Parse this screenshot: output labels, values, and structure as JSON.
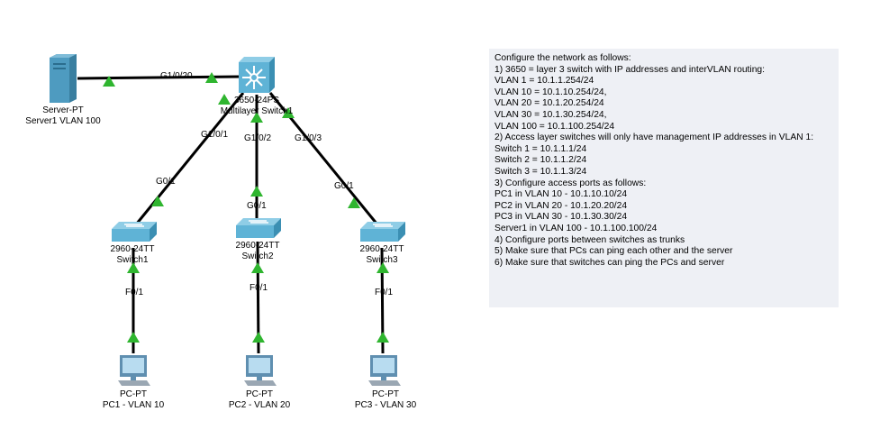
{
  "devices": {
    "server": {
      "model": "Server-PT",
      "name": "Server1 VLAN 100"
    },
    "mls": {
      "model": "3650-24PS",
      "name": "Multilayer Switch1"
    },
    "sw1": {
      "model": "2960-24TT",
      "name": "Switch1"
    },
    "sw2": {
      "model": "2960-24TT",
      "name": "Switch2"
    },
    "sw3": {
      "model": "2960-24TT",
      "name": "Switch3"
    },
    "pc1": {
      "model": "PC-PT",
      "name": "PC1 - VLAN 10"
    },
    "pc2": {
      "model": "PC-PT",
      "name": "PC2 - VLAN 20"
    },
    "pc3": {
      "model": "PC-PT",
      "name": "PC3 - VLAN 30"
    }
  },
  "ports": {
    "mls_server": "G1/0/20",
    "mls_sw1": "G1/0/1",
    "mls_sw2": "G1/0/2",
    "mls_sw3": "G1/0/3",
    "sw1_up": "G0/1",
    "sw2_up": "G0/1",
    "sw3_up": "G0/1",
    "sw1_pc": "F0/1",
    "sw2_pc": "F0/1",
    "sw3_pc": "F0/1"
  },
  "colors": {
    "link": "#000000",
    "link_up": "#2fb52f",
    "switch": "#4aa3c6",
    "note_bg": "#eef0f5"
  },
  "instructions": [
    "Configure the network as follows:",
    "1) 3650 = layer 3 switch with IP addresses and interVLAN routing:",
    "VLAN 1 = 10.1.1.254/24",
    "VLAN 10 = 10.1.10.254/24,",
    "VLAN 20 = 10.1.20.254/24",
    "VLAN 30 = 10.1.30.254/24,",
    "VLAN 100 = 10.1.100.254/24",
    "2) Access layer switches will only have management IP addresses in VLAN 1:",
    "Switch 1 = 10.1.1.1/24",
    "Switch 2 = 10.1.1.2/24",
    "Switch 3 = 10.1.1.3/24",
    "3) Configure access ports as follows:",
    "PC1 in VLAN 10 - 10.1.10.10/24",
    "PC2 in VLAN 20 - 10.1.20.20/24",
    "PC3 in VLAN 30 - 10.1.30.30/24",
    "Server1 in VLAN 100 - 10.1.100.100/24",
    "4) Configure ports between switches as trunks",
    "5) Make sure that PCs can ping each other and the server",
    "6) Make sure that switches can ping the PCs and server"
  ]
}
